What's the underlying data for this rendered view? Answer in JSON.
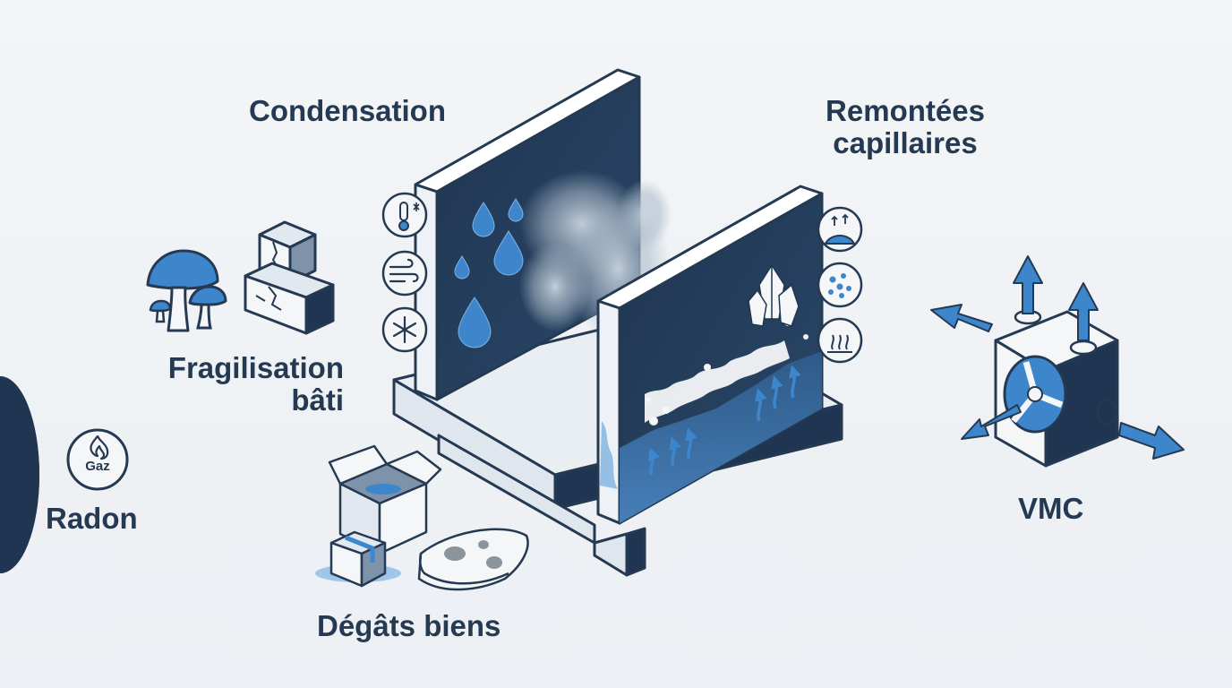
{
  "labels": {
    "condensation": "Condensation",
    "remontees_line1": "Remontées",
    "remontees_line2": "capillaires",
    "fragilisation_line1": "Fragilisation",
    "fragilisation_line2": "bâti",
    "degats": "Dégâts biens",
    "vmc": "VMC",
    "radon": "Radon",
    "gaz_badge": "Gaz"
  },
  "icons": {
    "condensation_wall": [
      "thermometer-snow-icon",
      "wind-icon",
      "snowflake-icon"
    ],
    "capillary_wall": [
      "rising-pile-icon",
      "salt-dots-icon",
      "heat-waves-icon"
    ],
    "vmc": "ventilation-unit-icon",
    "fragilisation": [
      "mushroom-icon",
      "cracked-blocks-icon"
    ],
    "degats": [
      "wet-boxes-icon",
      "stained-fabric-icon"
    ],
    "radon": "flame-badge-icon"
  },
  "colors": {
    "background": "#eef1f4",
    "navy": "#233a55",
    "blue": "#3d86cc",
    "light_blue": "#a9cbe9",
    "text": "#253a52"
  }
}
